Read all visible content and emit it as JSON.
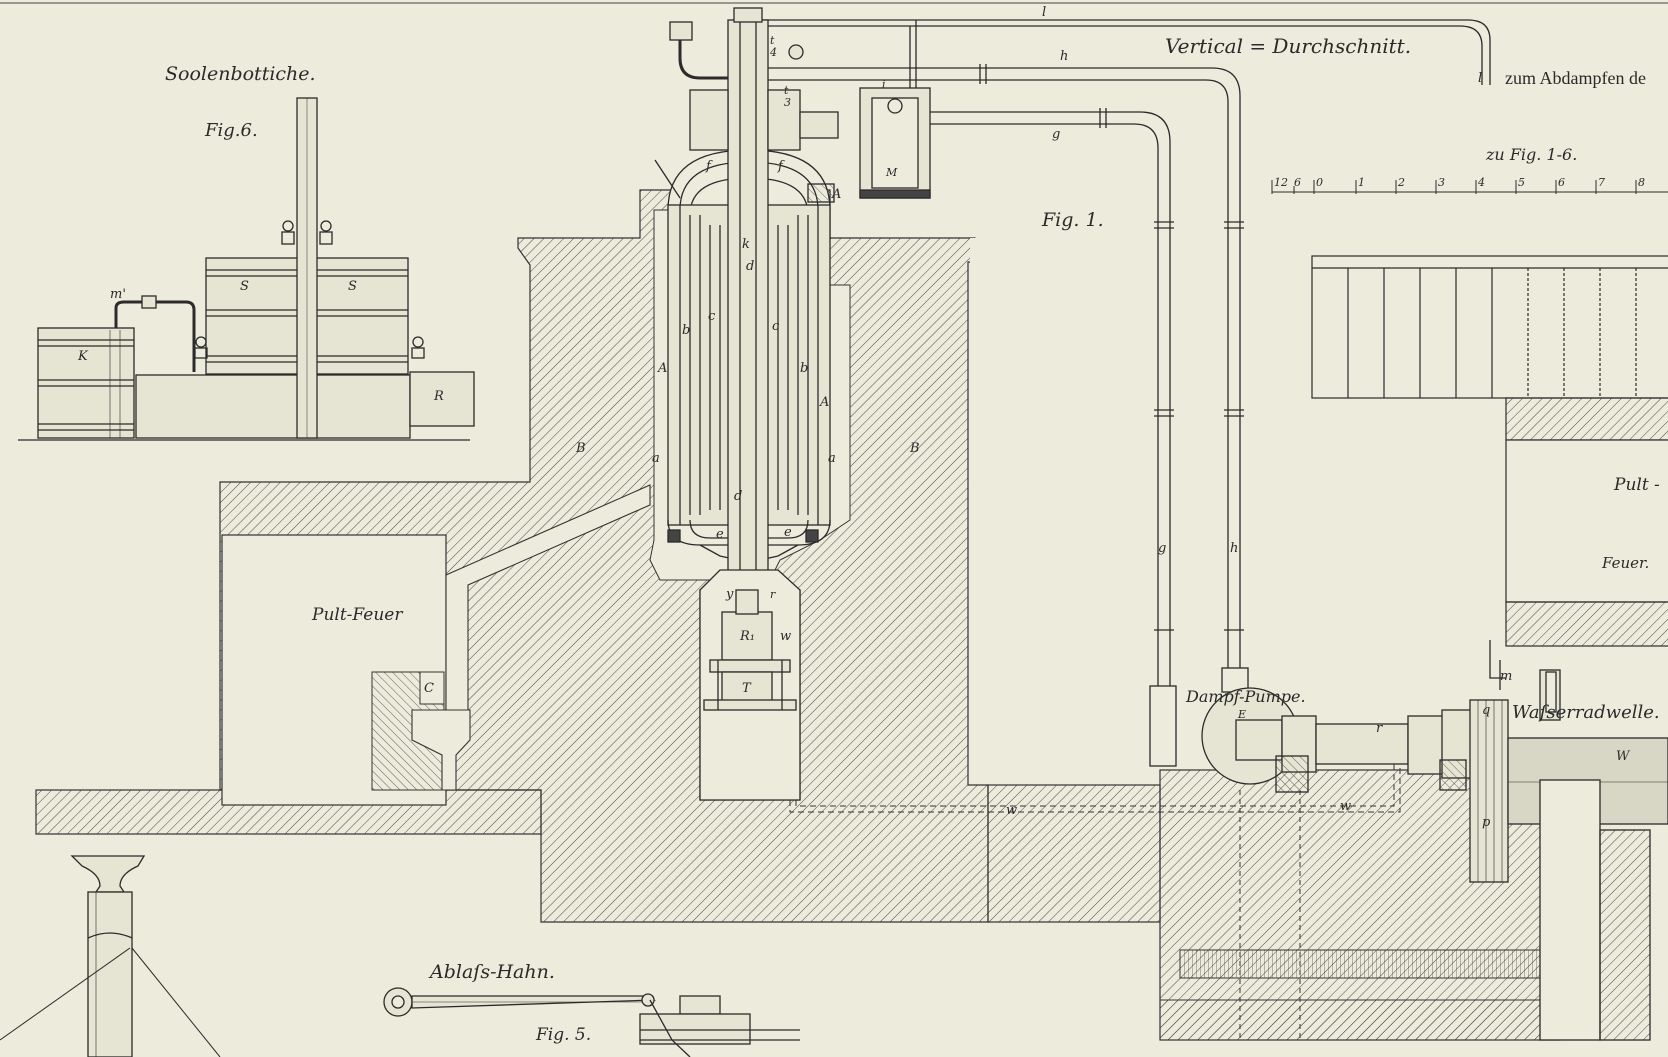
{
  "captions": {
    "soolenbottiche": "Soolenbottiche.",
    "fig6": "Fig.6.",
    "vertical": "Vertical = Durchschnitt.",
    "fig1": "Fig. 1.",
    "zum_abdampfen": "zum Abdampfen de",
    "zu_fig": "zu Fig. 1-6.",
    "pult_feuer": "Pult-Feuer",
    "pult_right": "Pult -",
    "feuer_right": "Feuer.",
    "dampf_pumpe": "Dampf-Pumpe.",
    "wasserradwelle": "Waſserradwelle.",
    "ablass_hahn": "Ablaſs-Hahn.",
    "fig5": "Fig. 5."
  },
  "scale": {
    "ticks": [
      "12",
      "6",
      "0",
      "1",
      "2",
      "3",
      "4",
      "5",
      "6",
      "7",
      "8"
    ]
  },
  "letters": {
    "K": "K",
    "S1": "S",
    "S2": "S",
    "m_prime": "m'",
    "R_box": "R",
    "l_top": "l",
    "l_right": "l",
    "h_top": "h",
    "g_top": "g",
    "t4": "t",
    "n4": "4",
    "t3": "t",
    "n3": "3",
    "i": "i",
    "M": "M",
    "f1": "f",
    "f2": "f",
    "k": "k",
    "d1": "d",
    "d2": "d",
    "b1": "b",
    "b2": "b",
    "c1": "c",
    "c2": "c",
    "A1": "A",
    "A2": "A",
    "A_top": "A",
    "a1": "a",
    "a2": "a",
    "B1": "B",
    "B2": "B",
    "C": "C",
    "e1": "e",
    "e2": "e",
    "y": "y",
    "r_small": "r",
    "R1": "R₁",
    "w_small": "w",
    "T": "T",
    "g_vert": "g",
    "h_vert": "h",
    "E": "E",
    "r_shaft": "r",
    "q": "q",
    "m": "m",
    "W": "W",
    "p": "p",
    "w1": "w",
    "w2": "w"
  }
}
